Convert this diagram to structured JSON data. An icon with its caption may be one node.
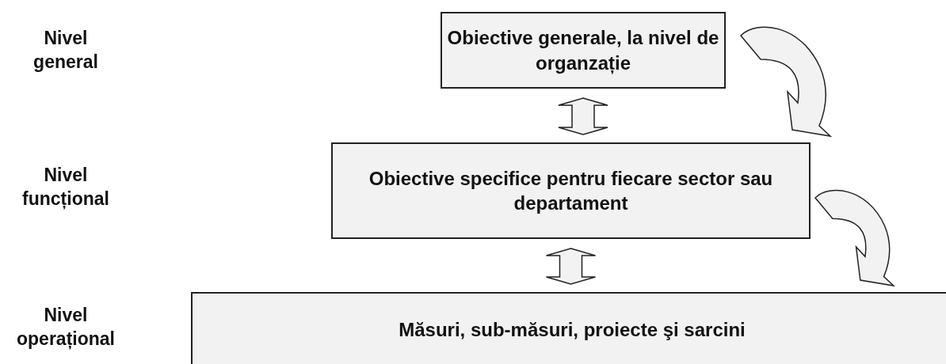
{
  "diagram": {
    "nodes": [
      {
        "text": [
          "Obiective generale, la nivel de organzație"
        ]
      },
      {
        "text": [
          "Obiective specifice pentru fiecare sector sau departament"
        ]
      },
      {
        "text": [
          "Măsuri, sub-măsuri, proiecte şi sarcini"
        ]
      }
    ],
    "edges": [
      {
        "from": 0,
        "to": 1,
        "arrow": "both"
      },
      {
        "from": 1,
        "to": 2,
        "arrow": "both"
      },
      {
        "from": 0,
        "to": 1,
        "arrow": "to"
      },
      {
        "from": 1,
        "to": 2,
        "arrow": "to"
      }
    ],
    "labels": [
      "Nivel general",
      "Nivel funcțional",
      "Nivel operațional"
    ]
  }
}
